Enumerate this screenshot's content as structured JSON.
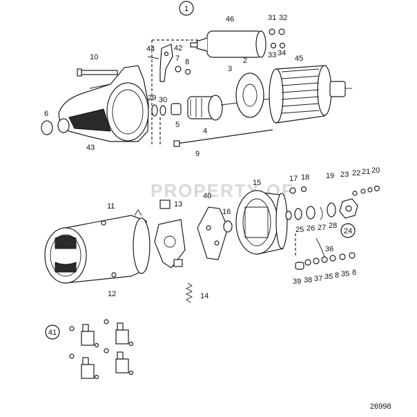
{
  "figure_number": "26998",
  "watermark": "PROPERTY OF",
  "group_labels": {
    "g1": "1",
    "g24": "24",
    "g41": "41"
  },
  "part_labels": {
    "p46": "46",
    "p31": "31",
    "p32": "32",
    "p33": "33",
    "p34": "34",
    "p10": "10",
    "p44": "44",
    "p42": "42",
    "p7": "7",
    "p8a": "8",
    "p3": "3",
    "p2": "2",
    "p45": "45",
    "p6": "6",
    "p29": "29",
    "p30": "30",
    "p5": "5",
    "p4": "4",
    "p43": "43",
    "p9": "9",
    "p17": "17",
    "p18": "18",
    "p15": "15",
    "p19": "19",
    "p23": "23",
    "p22": "22",
    "p21": "21",
    "p20": "20",
    "p11": "11",
    "p13": "13",
    "p40": "40",
    "p16": "16",
    "p25": "25",
    "p26": "26",
    "p27": "27",
    "p28": "28",
    "p36": "36",
    "p12": "12",
    "p14": "14",
    "p39": "39",
    "p38": "38",
    "p37": "37",
    "p35a": "35",
    "p8b": "8",
    "p35b": "35",
    "p8c": "8"
  }
}
